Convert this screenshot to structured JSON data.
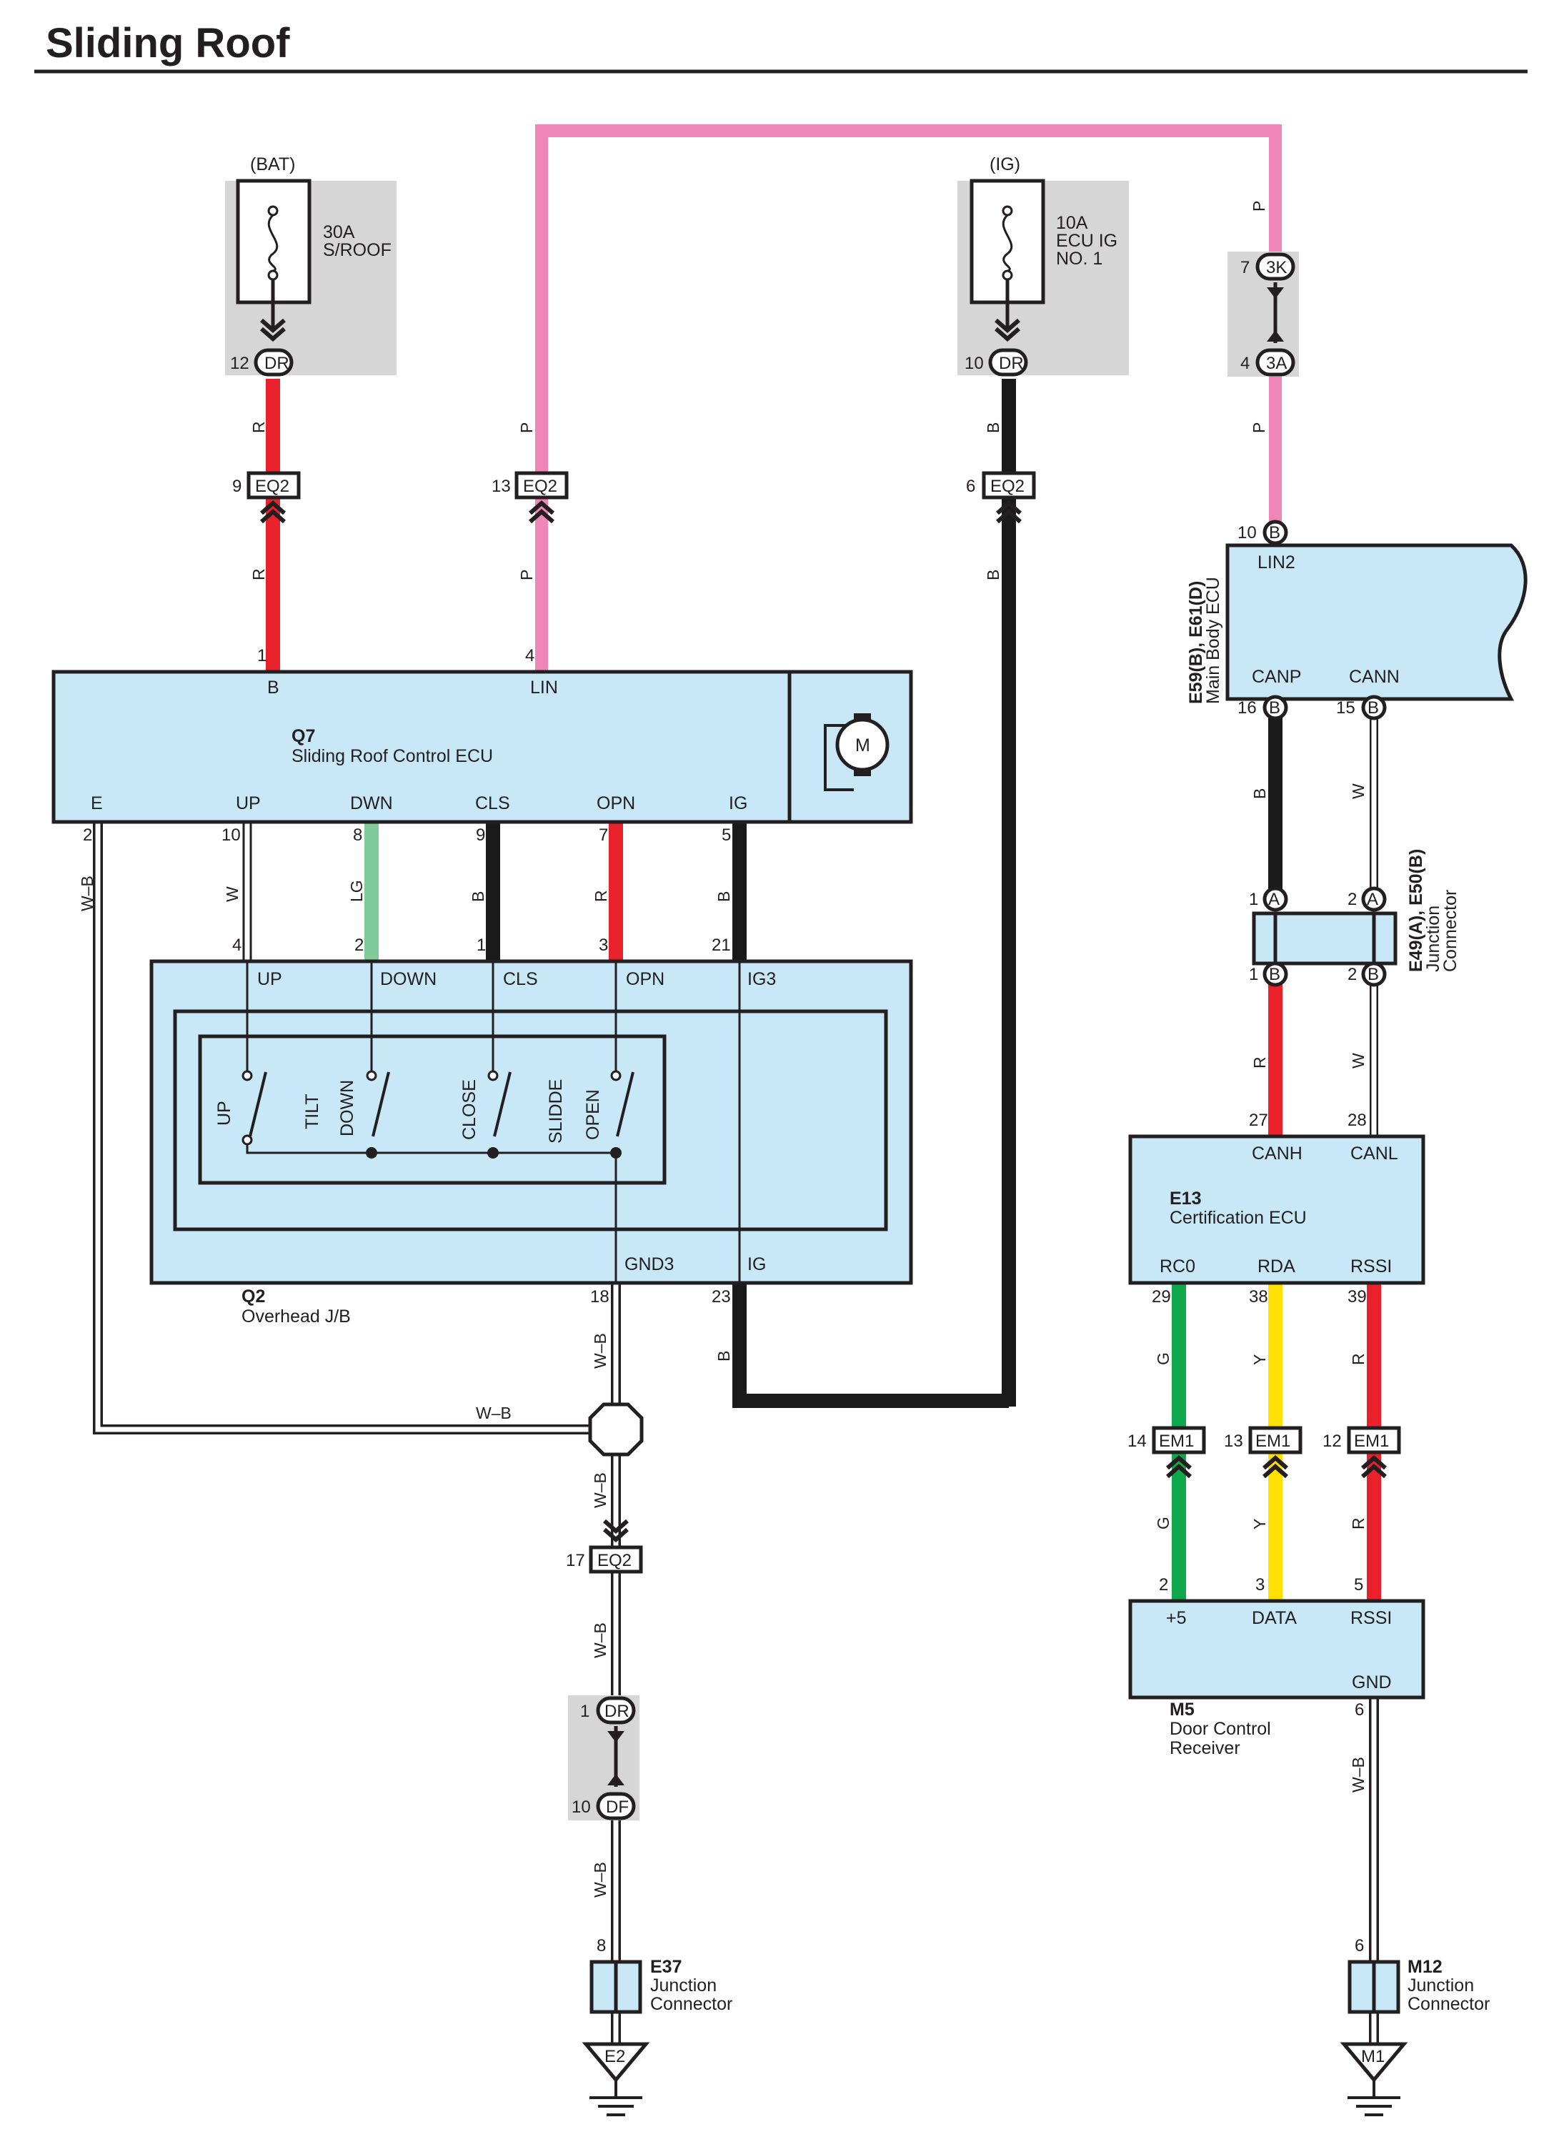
{
  "title": "Sliding Roof",
  "colors": {
    "R": "#e8212b",
    "P": "#f085b8",
    "B": "#1a1a1a",
    "W": "#ffffff",
    "LG": "#7fc99a",
    "G": "#10a84c",
    "Y": "#ffe000",
    "box": "#c8e8f8",
    "fuse_bg": "#d6d6d6"
  },
  "fuses": [
    {
      "source": "(BAT)",
      "rating": "30A",
      "name": "S/ROOF",
      "name2": "",
      "pin": "12",
      "conn": "DR"
    },
    {
      "source": "(IG)",
      "rating": "10A",
      "name": "ECU IG",
      "name2": "NO. 1",
      "pin": "10",
      "conn": "DR"
    }
  ],
  "connectors": {
    "eq2_a": {
      "pin": "9",
      "conn": "EQ2"
    },
    "eq2_b": {
      "pin": "13",
      "conn": "EQ2"
    },
    "eq2_c": {
      "pin": "6",
      "conn": "EQ2"
    },
    "eq2_d": {
      "pin": "17",
      "conn": "EQ2"
    },
    "k3": {
      "pin": "7",
      "conn": "3K"
    },
    "a3": {
      "pin": "4",
      "conn": "3A"
    },
    "dr": {
      "pin": "1",
      "conn": "DR"
    },
    "df": {
      "pin": "10",
      "conn": "DF"
    },
    "em1_a": {
      "pin": "14",
      "conn": "EM1"
    },
    "em1_b": {
      "pin": "13",
      "conn": "EM1"
    },
    "em1_c": {
      "pin": "12",
      "conn": "EM1"
    }
  },
  "q7": {
    "code": "Q7",
    "name": "Sliding Roof Control ECU",
    "motor": "M",
    "top_terms": [
      {
        "pin": "1",
        "label": "B"
      },
      {
        "pin": "4",
        "label": "LIN"
      }
    ],
    "bottom_terms": [
      {
        "pin": "2",
        "label": "E"
      },
      {
        "pin": "10",
        "label": "UP"
      },
      {
        "pin": "8",
        "label": "DWN"
      },
      {
        "pin": "9",
        "label": "CLS"
      },
      {
        "pin": "7",
        "label": "OPN"
      },
      {
        "pin": "5",
        "label": "IG"
      }
    ]
  },
  "q2": {
    "code": "Q2",
    "name": "Overhead J/B",
    "top_terms": [
      {
        "pin": "4",
        "label": "UP"
      },
      {
        "pin": "2",
        "label": "DOWN"
      },
      {
        "pin": "1",
        "label": "CLS"
      },
      {
        "pin": "3",
        "label": "OPN"
      },
      {
        "pin": "21",
        "label": "IG3"
      }
    ],
    "bottom_terms": [
      {
        "pin": "18",
        "label": "GND3"
      },
      {
        "pin": "23",
        "label": "IG"
      }
    ],
    "switch_labels": [
      "UP",
      "TILT",
      "DOWN",
      "CLOSE",
      "SLIDDE",
      "OPEN"
    ]
  },
  "main_body": {
    "code": "E59(B), E61(D)",
    "name": "Main Body ECU",
    "terms": [
      {
        "pin": "10",
        "conn": "B",
        "label": "LIN2"
      },
      {
        "pin": "16",
        "conn": "B",
        "label": "CANP"
      },
      {
        "pin": "15",
        "conn": "B",
        "label": "CANN"
      }
    ]
  },
  "junction_e49": {
    "code": "E49(A), E50(B)",
    "name": "Junction",
    "name2": "Connector",
    "pins": [
      {
        "pin": "1",
        "conn": "A"
      },
      {
        "pin": "2",
        "conn": "A"
      },
      {
        "pin": "1",
        "conn": "B"
      },
      {
        "pin": "2",
        "conn": "B"
      }
    ]
  },
  "e13": {
    "code": "E13",
    "name": "Certification ECU",
    "top_terms": [
      {
        "pin": "27",
        "label": "CANH"
      },
      {
        "pin": "28",
        "label": "CANL"
      }
    ],
    "bottom_terms": [
      {
        "pin": "29",
        "label": "RC0"
      },
      {
        "pin": "38",
        "label": "RDA"
      },
      {
        "pin": "39",
        "label": "RSSI"
      }
    ]
  },
  "m5": {
    "code": "M5",
    "name": "Door Control",
    "name2": "Receiver",
    "top_terms": [
      {
        "pin": "2",
        "label": "+5"
      },
      {
        "pin": "3",
        "label": "DATA"
      },
      {
        "pin": "5",
        "label": "RSSI"
      }
    ],
    "bottom_terms": [
      {
        "pin": "6",
        "label": "GND"
      }
    ]
  },
  "e37": {
    "code": "E37",
    "name": "Junction",
    "name2": "Connector",
    "pin": "8",
    "ground": "E2"
  },
  "m12": {
    "code": "M12",
    "name": "Junction",
    "name2": "Connector",
    "pin": "6",
    "ground": "M1"
  },
  "wire_codes": {
    "R": "R",
    "P": "P",
    "B": "B",
    "W": "W",
    "LG": "LG",
    "G": "G",
    "Y": "Y",
    "WB": "W–B"
  }
}
